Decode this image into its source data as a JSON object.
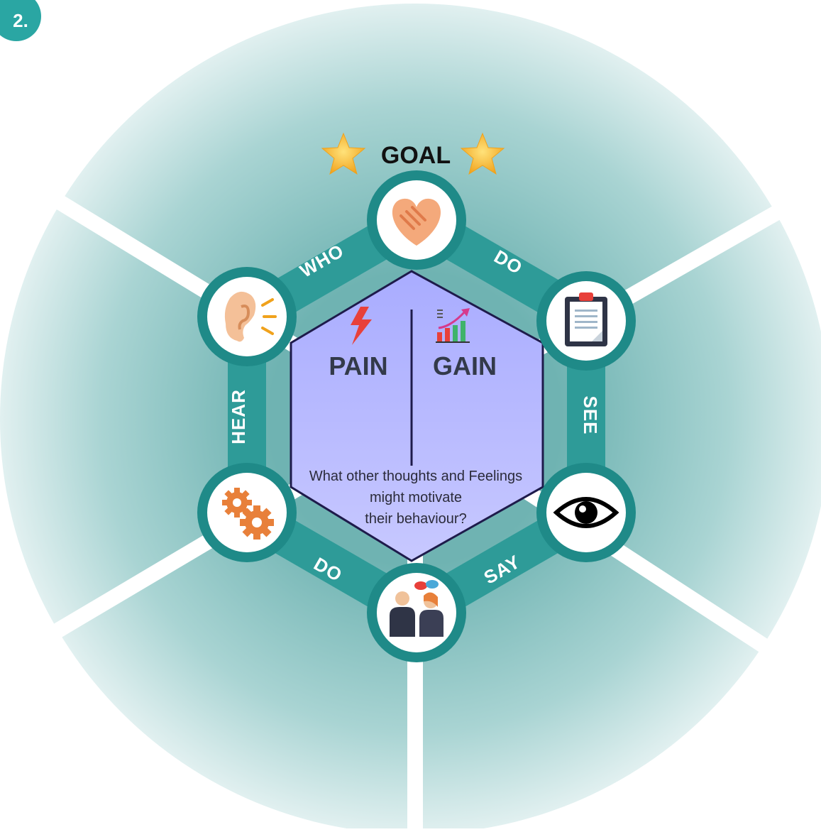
{
  "step": "2.",
  "goal": "GOAL",
  "edges": {
    "who": "WHO",
    "do_top": "DO",
    "see": "SEE",
    "say": "SAY",
    "do_bottom": "DO",
    "hear": "HEAR"
  },
  "center": {
    "pain": "PAIN",
    "gain": "GAIN",
    "question": [
      "What other thoughts and Feelings",
      "might motivate",
      "their behaviour?"
    ]
  },
  "icons": [
    "handshake-heart-icon",
    "clipboard-icon",
    "eye-icon",
    "conversation-icon",
    "gears-icon",
    "ear-icon",
    "lightning-icon",
    "growth-chart-icon",
    "star-icon"
  ],
  "colors": {
    "teal_dark": "#1f8a88",
    "teal_ring": "#2e9b98",
    "sector_light": "#d7ecec",
    "sector_mid": "#8fc7c6",
    "hexagon_fill": "#b7b9ff",
    "hexagon_stroke": "#1e1b4b",
    "pain_red": "#e8403a",
    "star_gold": "#f5b92e"
  }
}
